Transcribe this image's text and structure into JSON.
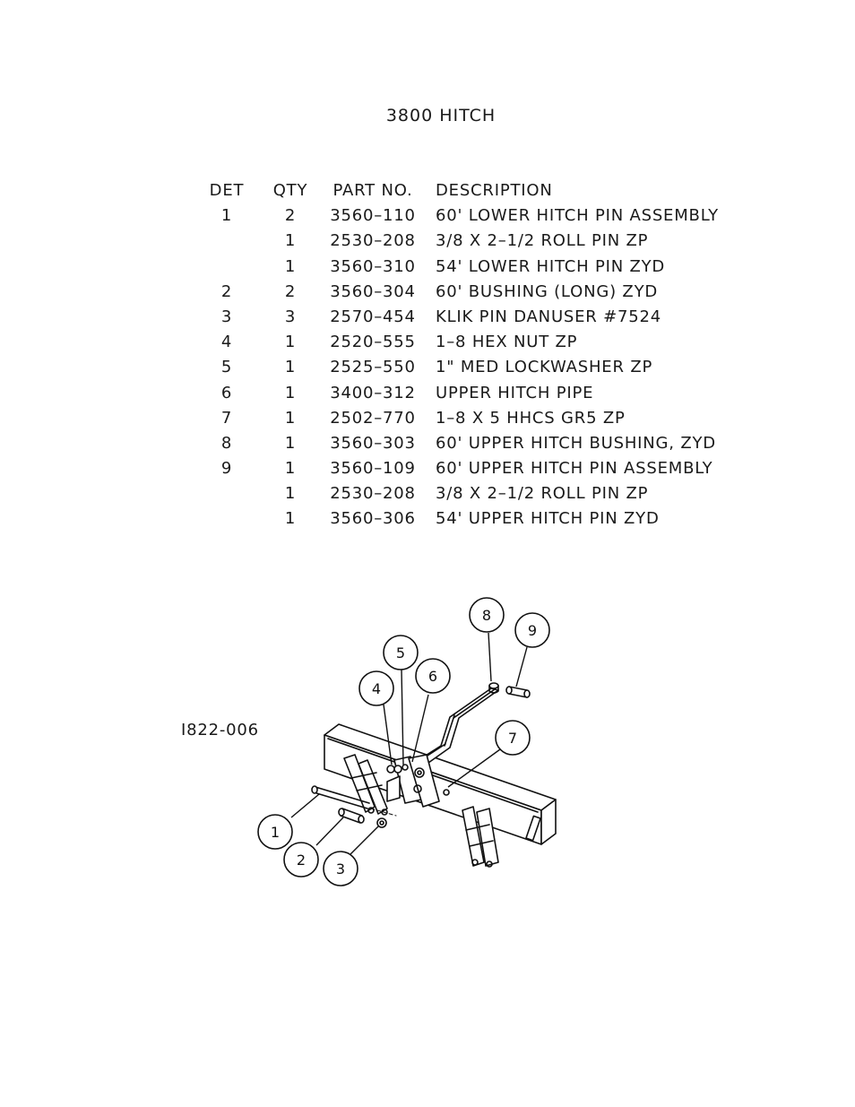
{
  "title": "3800 HITCH",
  "figure_id": "I822-006",
  "table": {
    "headers": {
      "det": "DET",
      "qty": "QTY",
      "part": "PART NO.",
      "desc": "DESCRIPTION"
    },
    "rows": [
      {
        "det": "1",
        "qty": "2",
        "part": "3560–110",
        "desc": "60' LOWER HITCH PIN ASSEMBLY"
      },
      {
        "det": "",
        "qty": "1",
        "part": "2530–208",
        "desc": "3/8 X 2–1/2 ROLL PIN ZP"
      },
      {
        "det": "",
        "qty": "1",
        "part": "3560–310",
        "desc": "54' LOWER HITCH PIN ZYD"
      },
      {
        "det": "2",
        "qty": "2",
        "part": "3560–304",
        "desc": "60' BUSHING (LONG) ZYD"
      },
      {
        "det": "3",
        "qty": "3",
        "part": "2570–454",
        "desc": "KLIK PIN DANUSER #7524"
      },
      {
        "det": "4",
        "qty": "1",
        "part": "2520–555",
        "desc": "1–8 HEX NUT ZP"
      },
      {
        "det": "5",
        "qty": "1",
        "part": "2525–550",
        "desc": "1\" MED LOCKWASHER ZP"
      },
      {
        "det": "6",
        "qty": "1",
        "part": "3400–312",
        "desc": "UPPER HITCH PIPE"
      },
      {
        "det": "7",
        "qty": "1",
        "part": "2502–770",
        "desc": "1–8 X 5 HHCS GR5 ZP"
      },
      {
        "det": "8",
        "qty": "1",
        "part": "3560–303",
        "desc": "60' UPPER HITCH BUSHING, ZYD"
      },
      {
        "det": "9",
        "qty": "1",
        "part": "3560–109",
        "desc": "60' UPPER HITCH PIN ASSEMBLY"
      },
      {
        "det": "",
        "qty": "1",
        "part": "2530–208",
        "desc": "3/8 X 2–1/2 ROLL PIN ZP"
      },
      {
        "det": "",
        "qty": "1",
        "part": "3560–306",
        "desc": "54' UPPER HITCH PIN ZYD"
      }
    ]
  },
  "callouts": [
    "1",
    "2",
    "3",
    "4",
    "5",
    "6",
    "7",
    "8",
    "9"
  ]
}
